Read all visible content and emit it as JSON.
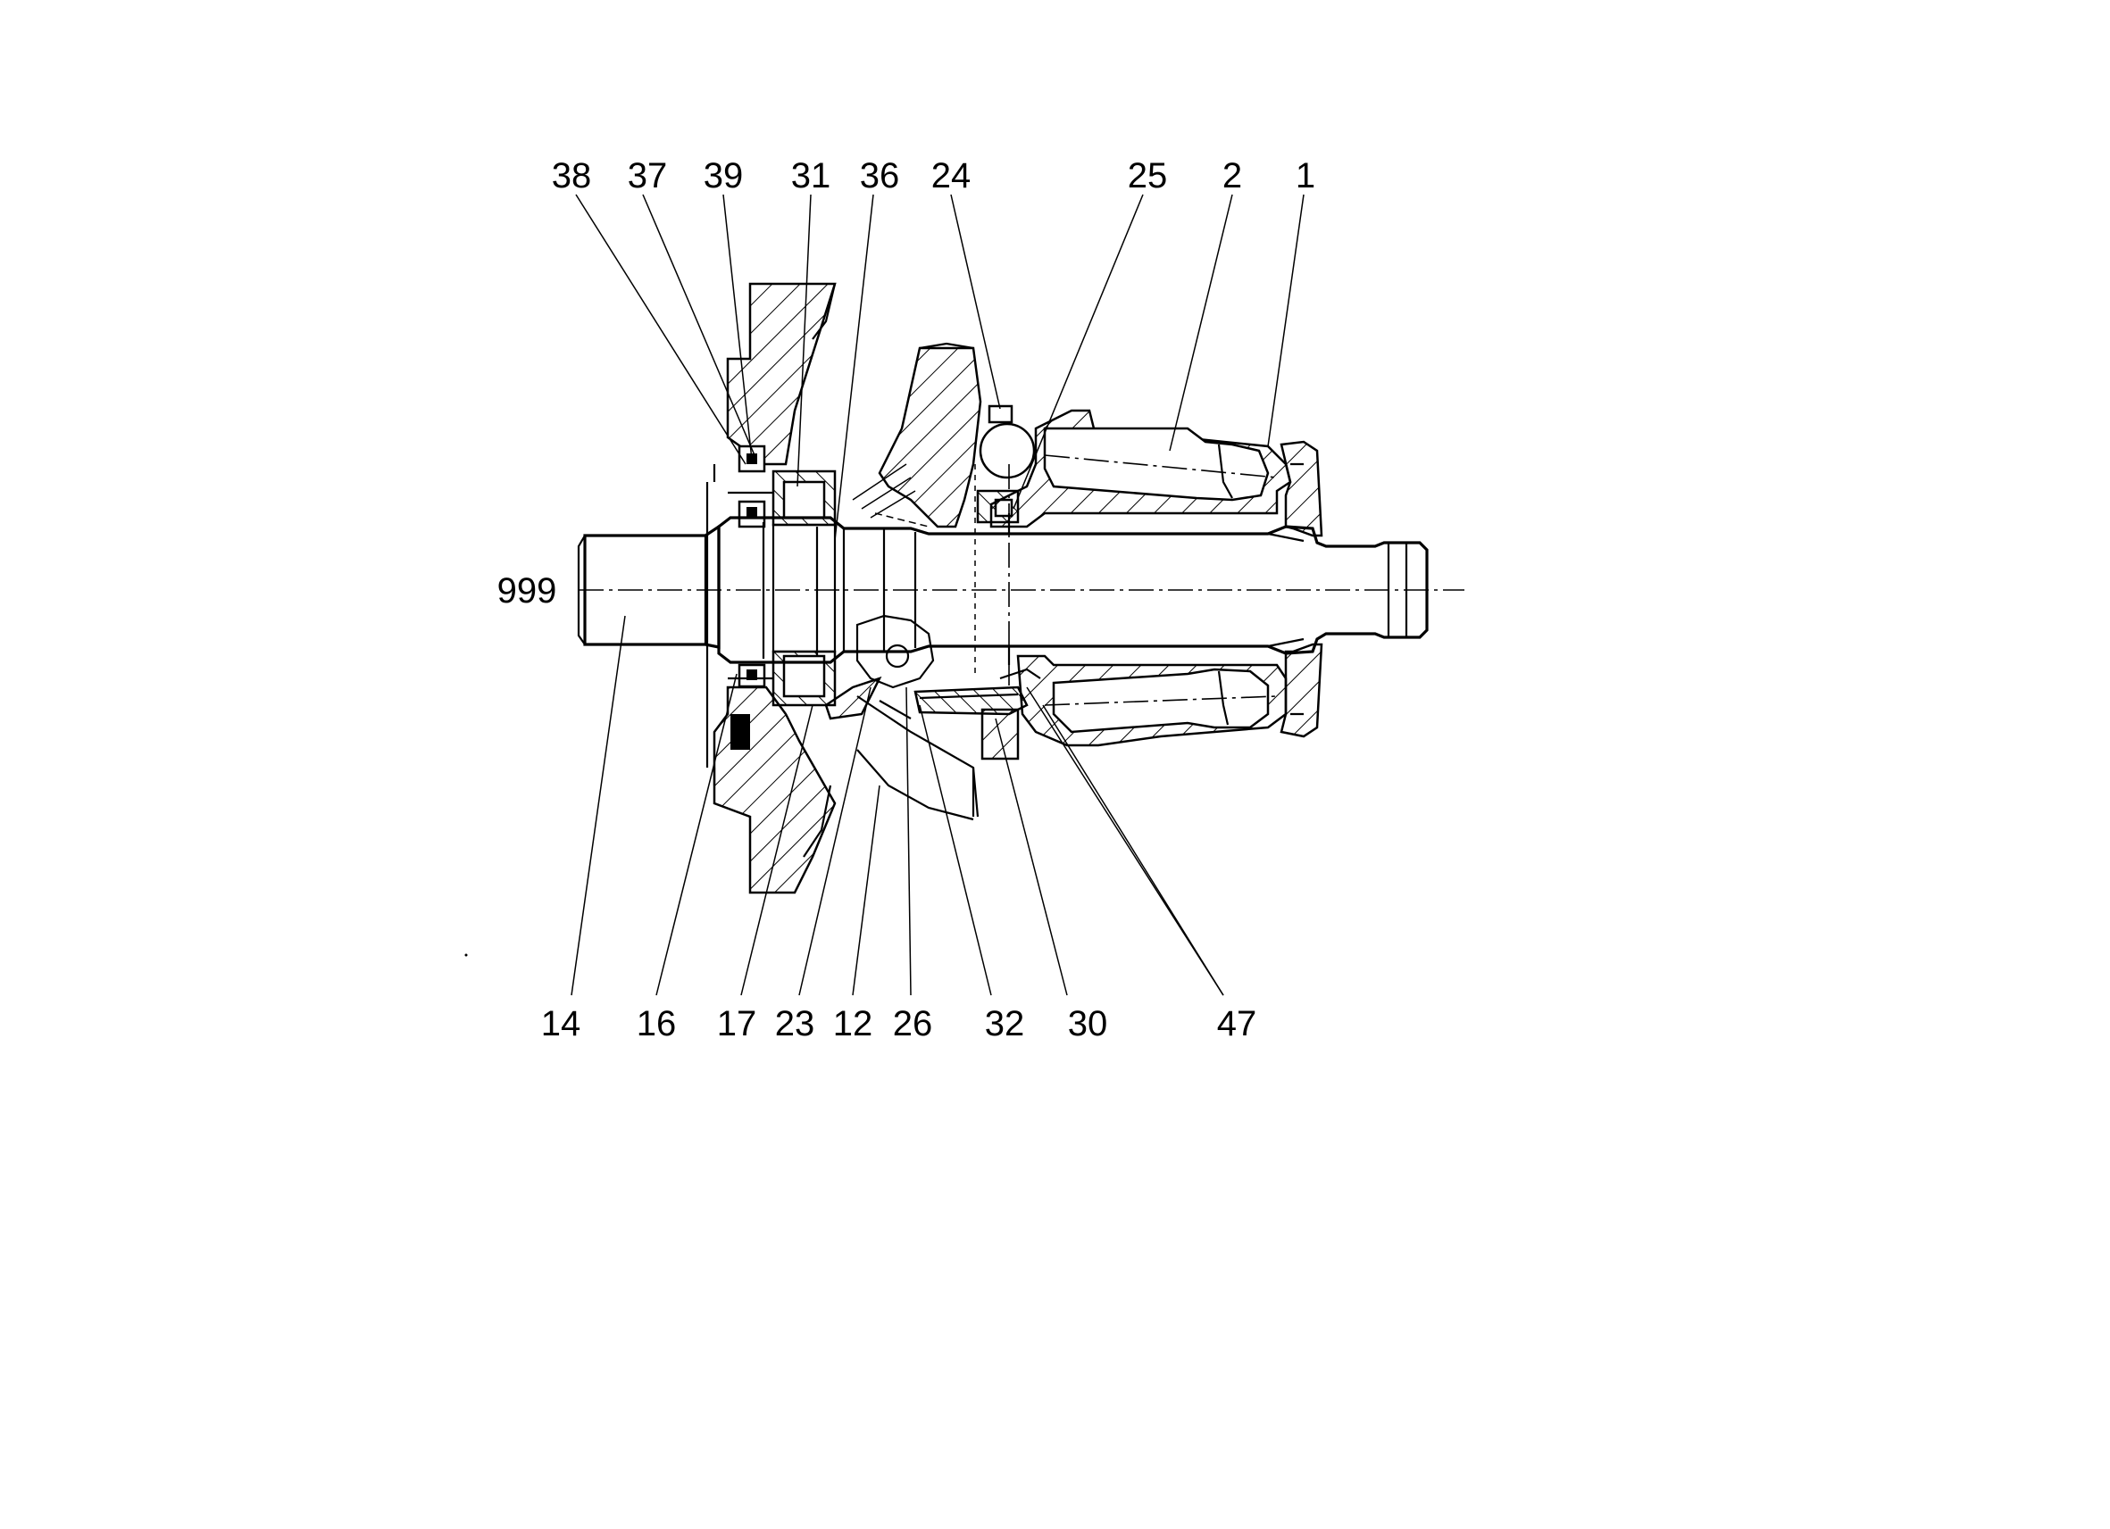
{
  "drawing": {
    "callouts_top": [
      "38",
      "37",
      "39",
      "31",
      "36",
      "24",
      "25",
      "2",
      "1"
    ],
    "callouts_bottom": [
      "14",
      "16",
      "17",
      "23",
      "12",
      "26",
      "32",
      "30",
      "47"
    ],
    "callout_left": "999"
  }
}
